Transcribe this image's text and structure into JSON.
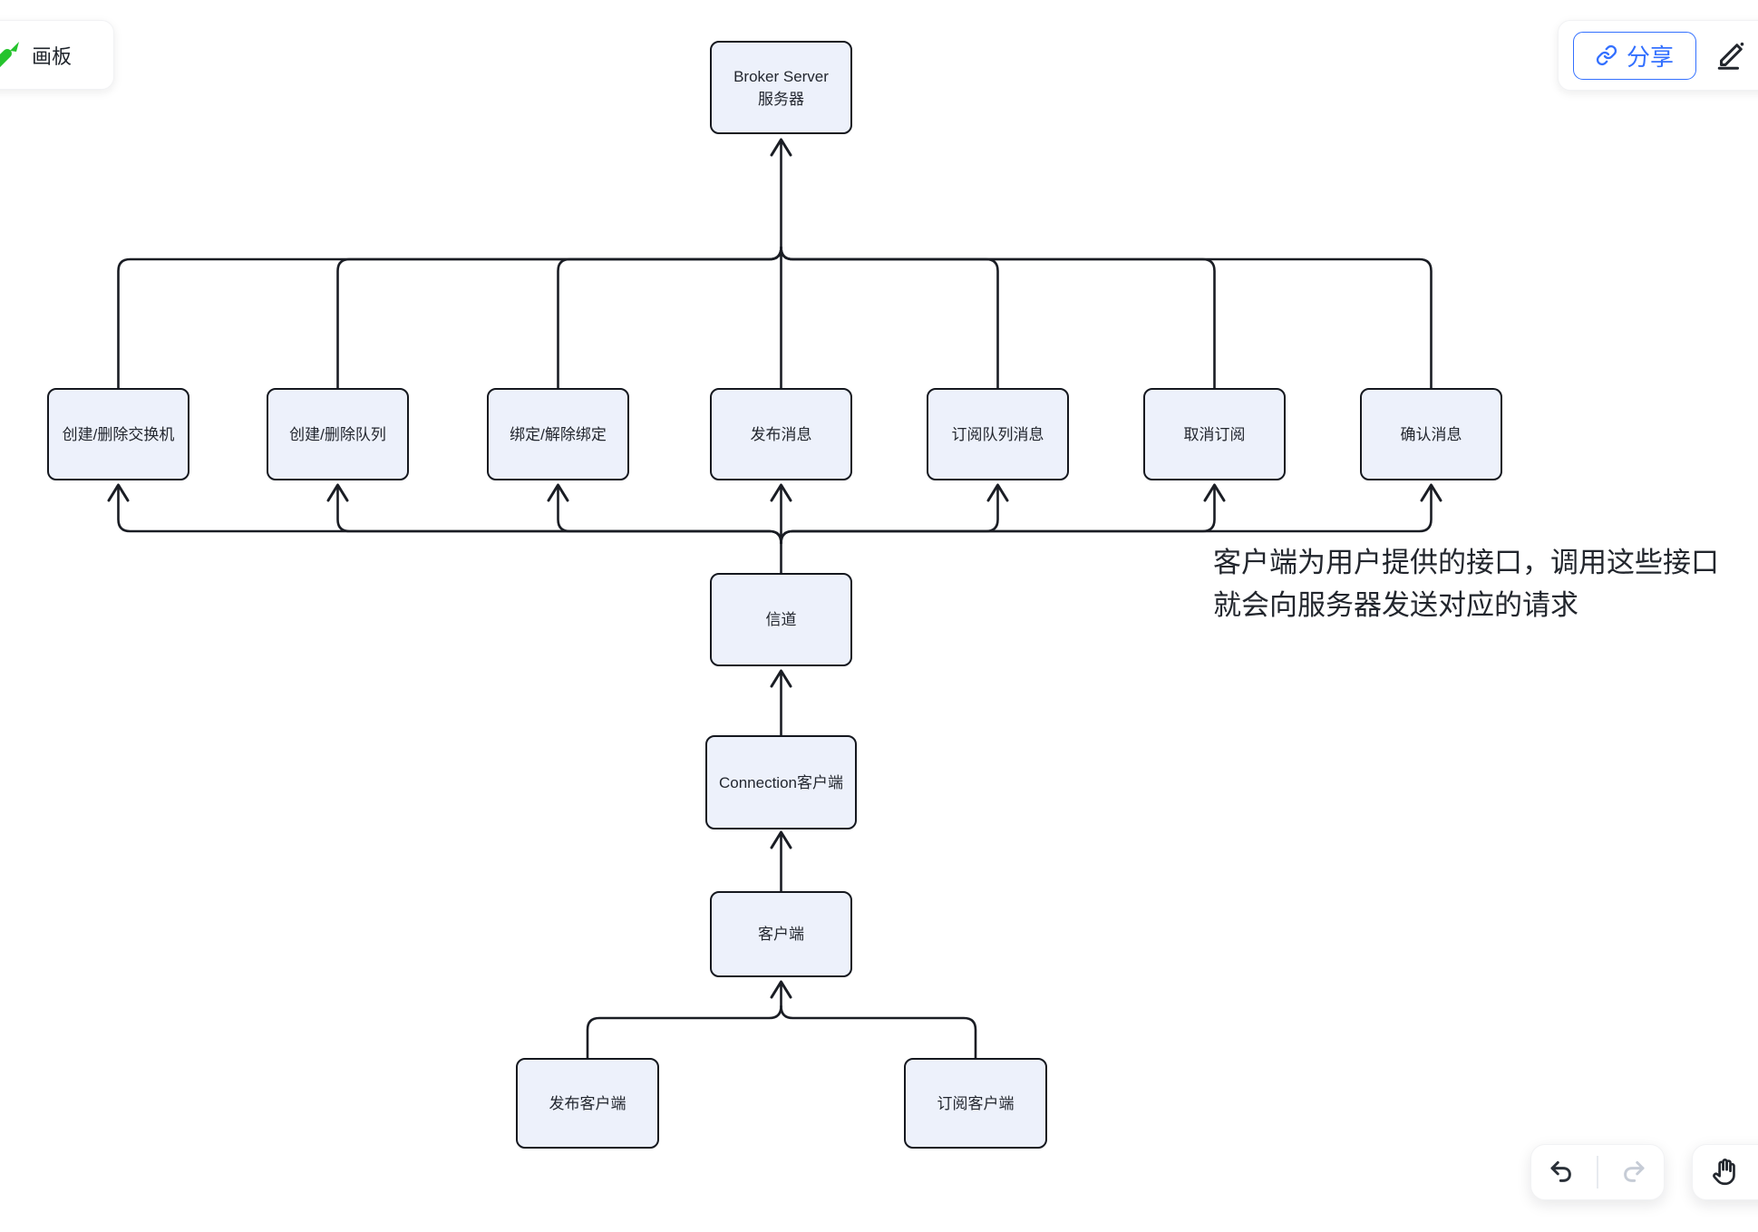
{
  "app": {
    "board_button": {
      "label": "画板",
      "icon": "green-pen-icon"
    },
    "share_button": {
      "label": "分享",
      "icon": "link-icon"
    },
    "edit_button": {
      "icon": "pencil-icon"
    },
    "toolbar": {
      "undo_icon": "undo-arrow-icon",
      "redo_icon": "redo-arrow-icon",
      "hand_icon": "hand-icon"
    },
    "colors": {
      "accent_blue": "#3370ff",
      "icon_green": "#25c32d",
      "node_fill": "#edf1fb",
      "node_border": "#15181f",
      "connector": "#1a1d24",
      "redo_disabled": "#c6ccd6"
    }
  },
  "canvas": {
    "nodes": {
      "broker": {
        "line1": "Broker Server",
        "line2": "服务器"
      },
      "ops": [
        {
          "label": "创建/删除交换机"
        },
        {
          "label": "创建/删除队列"
        },
        {
          "label": "绑定/解除绑定"
        },
        {
          "label": "发布消息"
        },
        {
          "label": "订阅队列消息"
        },
        {
          "label": "取消订阅"
        },
        {
          "label": "确认消息"
        }
      ],
      "channel": {
        "label": "信道"
      },
      "connection": {
        "label": "Connection客户端"
      },
      "client": {
        "label": "客户端"
      },
      "publisher": {
        "label": "发布客户端"
      },
      "subscriber": {
        "label": "订阅客户端"
      }
    },
    "note": {
      "line1": "客户端为用户提供的接口，调用这些接口",
      "line2": "就会向服务器发送对应的请求"
    }
  }
}
